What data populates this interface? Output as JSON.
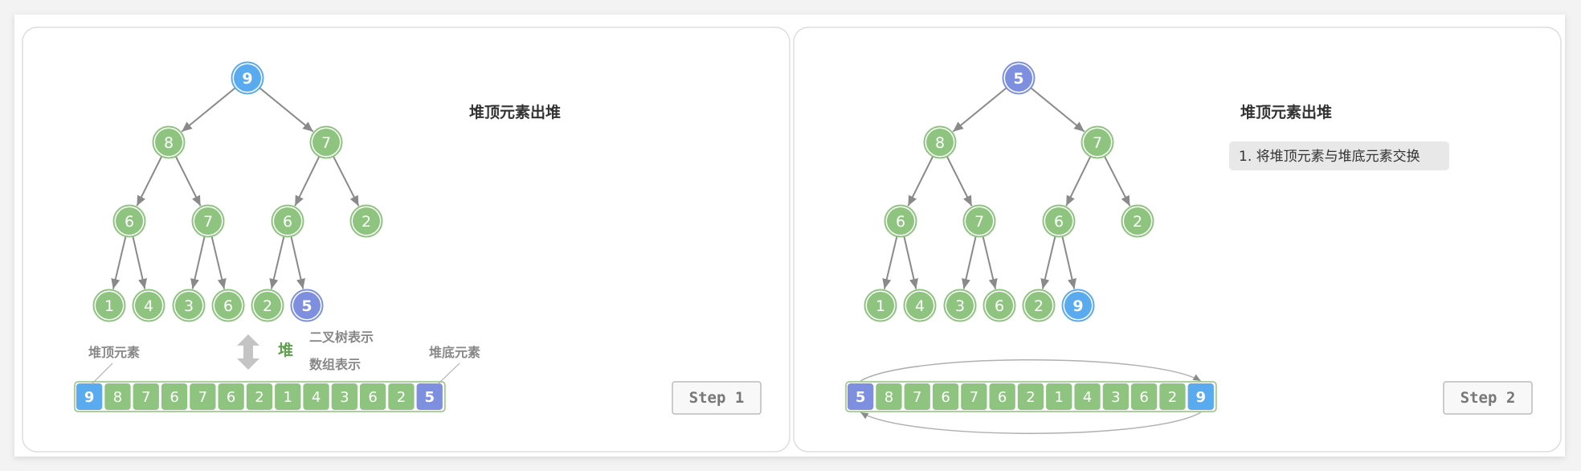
{
  "colors": {
    "node_green": "#8ec47f",
    "node_green_dark": "#6fa55f",
    "node_blue": "#5aaaf0",
    "node_purple": "#7e8fe0",
    "edge": "#8a8a8a",
    "text_dark": "#333333",
    "text_gray": "#888888",
    "label_green": "#5ea04d",
    "panel_bg": "#ffffff",
    "panel_border": "#dddddd"
  },
  "panels": [
    {
      "title": "堆顶元素出堆",
      "step_label": "Step 1",
      "note": "",
      "tree_nodes": [
        {
          "id": 0,
          "value": "9",
          "kind": "blue"
        },
        {
          "id": 1,
          "value": "8",
          "kind": "green"
        },
        {
          "id": 2,
          "value": "7",
          "kind": "green"
        },
        {
          "id": 3,
          "value": "6",
          "kind": "green"
        },
        {
          "id": 4,
          "value": "7",
          "kind": "green"
        },
        {
          "id": 5,
          "value": "6",
          "kind": "green"
        },
        {
          "id": 6,
          "value": "2",
          "kind": "green"
        },
        {
          "id": 7,
          "value": "1",
          "kind": "green"
        },
        {
          "id": 8,
          "value": "4",
          "kind": "green"
        },
        {
          "id": 9,
          "value": "3",
          "kind": "green"
        },
        {
          "id": 10,
          "value": "6",
          "kind": "green"
        },
        {
          "id": 11,
          "value": "2",
          "kind": "green"
        },
        {
          "id": 12,
          "value": "5",
          "kind": "purple"
        }
      ],
      "array": [
        {
          "value": "9",
          "kind": "blue"
        },
        {
          "value": "8",
          "kind": "green"
        },
        {
          "value": "7",
          "kind": "green"
        },
        {
          "value": "6",
          "kind": "green"
        },
        {
          "value": "7",
          "kind": "green"
        },
        {
          "value": "6",
          "kind": "green"
        },
        {
          "value": "2",
          "kind": "green"
        },
        {
          "value": "1",
          "kind": "green"
        },
        {
          "value": "4",
          "kind": "green"
        },
        {
          "value": "3",
          "kind": "green"
        },
        {
          "value": "6",
          "kind": "green"
        },
        {
          "value": "2",
          "kind": "green"
        },
        {
          "value": "5",
          "kind": "purple"
        }
      ],
      "legend": {
        "heap_top": "堆顶元素",
        "heap_bottom": "堆底元素",
        "heap": "堆",
        "tree_repr": "二叉树表示",
        "array_repr": "数组表示"
      },
      "swap_arc": false
    },
    {
      "title": "堆顶元素出堆",
      "step_label": "Step 2",
      "note": "1. 将堆顶元素与堆底元素交换",
      "tree_nodes": [
        {
          "id": 0,
          "value": "5",
          "kind": "purple"
        },
        {
          "id": 1,
          "value": "8",
          "kind": "green"
        },
        {
          "id": 2,
          "value": "7",
          "kind": "green"
        },
        {
          "id": 3,
          "value": "6",
          "kind": "green"
        },
        {
          "id": 4,
          "value": "7",
          "kind": "green"
        },
        {
          "id": 5,
          "value": "6",
          "kind": "green"
        },
        {
          "id": 6,
          "value": "2",
          "kind": "green"
        },
        {
          "id": 7,
          "value": "1",
          "kind": "green"
        },
        {
          "id": 8,
          "value": "4",
          "kind": "green"
        },
        {
          "id": 9,
          "value": "3",
          "kind": "green"
        },
        {
          "id": 10,
          "value": "6",
          "kind": "green"
        },
        {
          "id": 11,
          "value": "2",
          "kind": "green"
        },
        {
          "id": 12,
          "value": "9",
          "kind": "blue"
        }
      ],
      "array": [
        {
          "value": "5",
          "kind": "purple"
        },
        {
          "value": "8",
          "kind": "green"
        },
        {
          "value": "7",
          "kind": "green"
        },
        {
          "value": "6",
          "kind": "green"
        },
        {
          "value": "7",
          "kind": "green"
        },
        {
          "value": "6",
          "kind": "green"
        },
        {
          "value": "2",
          "kind": "green"
        },
        {
          "value": "1",
          "kind": "green"
        },
        {
          "value": "4",
          "kind": "green"
        },
        {
          "value": "3",
          "kind": "green"
        },
        {
          "value": "6",
          "kind": "green"
        },
        {
          "value": "2",
          "kind": "green"
        },
        {
          "value": "9",
          "kind": "blue"
        }
      ],
      "legend": null,
      "swap_arc": true
    }
  ],
  "tree_edges": [
    [
      0,
      1
    ],
    [
      0,
      2
    ],
    [
      1,
      3
    ],
    [
      1,
      4
    ],
    [
      2,
      5
    ],
    [
      2,
      6
    ],
    [
      3,
      7
    ],
    [
      3,
      8
    ],
    [
      4,
      9
    ],
    [
      4,
      10
    ],
    [
      5,
      11
    ],
    [
      5,
      12
    ]
  ]
}
